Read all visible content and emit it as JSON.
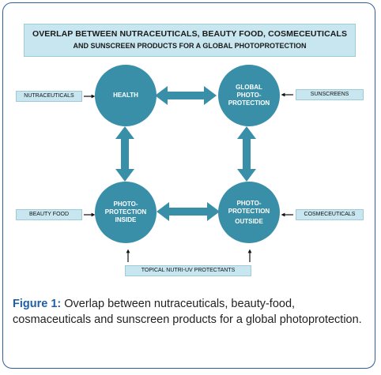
{
  "title": {
    "line1": "OVERLAP BETWEEN NUTRACEUTICALS, BEAUTY FOOD, COSMECEUTICALS",
    "line2": "AND SUNSCREEN PRODUCTS FOR A GLOBAL PHOTOPROTECTION"
  },
  "nodes": {
    "health": [
      "HEALTH"
    ],
    "global_photoprotection": [
      "GLOBAL",
      "PHOTO-",
      "PROTECTION"
    ],
    "photoprotection_inside": [
      "PHOTO-",
      "PROTECTION",
      "INSIDE"
    ],
    "photoprotection_outside": [
      "PHOTO-",
      "PROTECTION",
      "OUTSIDE"
    ]
  },
  "labels": {
    "nutraceuticals": "NUTRACEUTICALS",
    "sunscreens": "SUNSCREENS",
    "beauty_food": "BEAUTY FOOD",
    "cosmeceuticals": "COSMECEUTICALS",
    "topical": "TOPICAL NUTRI-UV PROTECTANTS"
  },
  "caption": {
    "label": "Figure 1:",
    "text": "Overlap between nutraceuticals, beauty-food, cosmaceuticals and sunscreen products for a global photoprotection."
  },
  "colors": {
    "circle": "#3a8fa8",
    "arrow": "#3a8fa8",
    "label_bg": "#c7e6ef",
    "caption_label": "#1f5fa8"
  }
}
